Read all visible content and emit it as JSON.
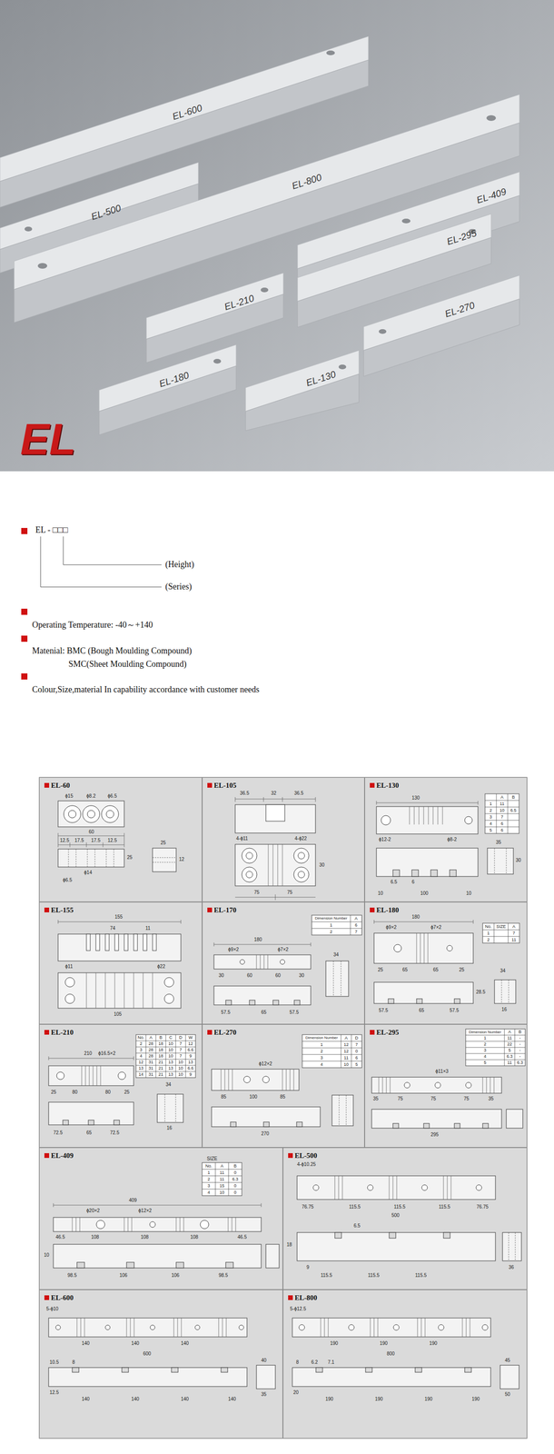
{
  "diagram": {
    "nodes": [
      {
        "text": [
          "EL-60"
        ]
      },
      {
        "text": [
          "EL-105"
        ]
      },
      {
        "text": [
          "EL-130"
        ]
      },
      {
        "text": [
          "EL-155"
        ]
      },
      {
        "text": [
          "EL-170"
        ]
      },
      {
        "text": [
          "EL-180"
        ]
      },
      {
        "text": [
          "EL-210"
        ]
      },
      {
        "text": [
          "EL-270"
        ]
      },
      {
        "text": [
          "EL-295"
        ]
      },
      {
        "text": [
          "EL-409"
        ]
      },
      {
        "text": [
          "EL-500"
        ]
      },
      {
        "text": [
          "EL-600"
        ]
      },
      {
        "text": [
          "EL-800"
        ]
      }
    ],
    "labels": [
      "EL-600",
      "EL-500",
      "EL-800",
      "EL-409",
      "EL-295",
      "EL-210",
      "EL-270",
      "EL-180",
      "EL-130",
      "EL",
      "EL - □□□",
      "(Height)",
      "(Series)",
      "Operating Temperature: -40～+140",
      "Matenial: BMC (Bough Moulding Compound)",
      "SMC(Sheet Moulding Compound)",
      "Colour,Size,material In capability accordance with customer needs",
      "ϕ15",
      "ϕ8.2",
      "ϕ6.5",
      "60",
      "12.5",
      "17.5",
      "17.5",
      "12.5",
      "ϕ14",
      "ϕ6.5",
      "25",
      "25",
      "12",
      "36.5",
      "32",
      "36.5",
      "4-ϕ11",
      "4-ϕ22",
      "30",
      "75",
      "75",
      "130",
      "ϕ12-2",
      "ϕ8-2",
      "6.5",
      "6",
      "10",
      "100",
      "10",
      "35",
      "30",
      "A",
      "B",
      "1",
      "11",
      "2",
      "10",
      "6.5",
      "3",
      "7",
      "4",
      "6",
      "5",
      "6",
      "155",
      "74",
      "11",
      "ϕ11",
      "ϕ22",
      "105",
      "180",
      "ϕ9×2",
      "ϕ7×2",
      "30",
      "60",
      "60",
      "30",
      "57.5",
      "65",
      "57.5",
      "34",
      "Dimension Number",
      "A",
      "1",
      "6",
      "2",
      "7",
      "180",
      "ϕ9×2",
      "ϕ7×2",
      "25",
      "65",
      "65",
      "25",
      "57.5",
      "65",
      "57.5",
      "28.5",
      "34",
      "16",
      "No.",
      "SIZE",
      "A",
      "1",
      "7",
      "2",
      "11",
      "210",
      "ϕ16.5×2",
      "25",
      "80",
      "80",
      "25",
      "72.5",
      "65",
      "72.5",
      "34",
      "16",
      "No.",
      "A",
      "B",
      "C",
      "D",
      "W",
      "2",
      "28",
      "18",
      "10",
      "7",
      "12",
      "3",
      "28",
      "18",
      "10",
      "7",
      "6.6",
      "4",
      "28",
      "18",
      "10",
      "7",
      "9",
      "12",
      "31",
      "21",
      "13",
      "10",
      "13",
      "13",
      "31",
      "21",
      "13",
      "10",
      "6.6",
      "14",
      "31",
      "21",
      "13",
      "10",
      "9",
      "ϕ12×2",
      "85",
      "100",
      "85",
      "270",
      "Dimension Number",
      "A",
      "D",
      "1",
      "12",
      "7",
      "2",
      "12",
      "0",
      "3",
      "11",
      "6",
      "4",
      "10",
      "5",
      "ϕ11×3",
      "35",
      "75",
      "75",
      "75",
      "35",
      "295",
      "Dimension Number",
      "A",
      "B",
      "1",
      "11",
      "-",
      "2",
      "22",
      "-",
      "3",
      "5",
      "-",
      "4",
      "6.3",
      "-",
      "5",
      "11",
      "6.3",
      "SIZE",
      "409",
      "ϕ20×2",
      "ϕ12×2",
      "46.5",
      "108",
      "108",
      "108",
      "46.5",
      "10",
      "98.5",
      "106",
      "106",
      "98.5",
      "No.",
      "A",
      "B",
      "1",
      "11",
      "0",
      "2",
      "11",
      "6.3",
      "3",
      "15",
      "0",
      "4",
      "10",
      "0",
      "4-ϕ10.25",
      "76.75",
      "115.5",
      "115.5",
      "115.5",
      "76.75",
      "500",
      "6.5",
      "18",
      "9",
      "115.5",
      "115.5",
      "115.5",
      "36",
      "5-ϕ10",
      "140",
      "140",
      "140",
      "600",
      "10.5",
      "8",
      "12.5",
      "140",
      "140",
      "140",
      "140",
      "40",
      "35",
      "5-ϕ12.5",
      "190",
      "190",
      "190",
      "800",
      "8",
      "6.2",
      "7.1",
      "20",
      "190",
      "190",
      "190",
      "190",
      "45",
      "50"
    ]
  }
}
